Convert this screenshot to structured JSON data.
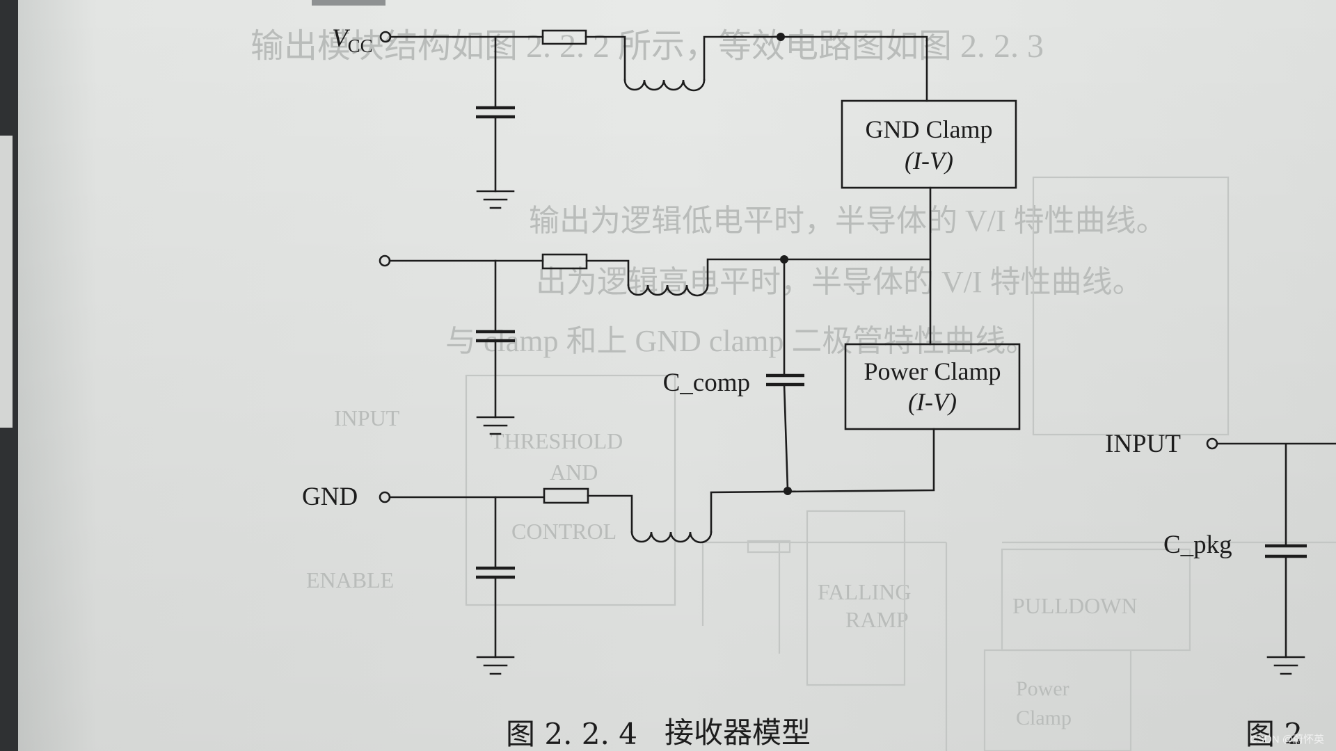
{
  "labels": {
    "vcc": "V",
    "vcc_sub": "CC",
    "gnd": "GND",
    "c_comp": "C_comp",
    "input": "INPUT",
    "c_pkg": "C_pkg"
  },
  "boxes": {
    "gnd_clamp": {
      "line1": "GND Clamp",
      "line2": "(I-V)"
    },
    "power_clamp": {
      "line1": "Power Clamp",
      "line2": "(I-V)"
    }
  },
  "caption": {
    "figure": "图 2. 2. 4",
    "title": "接收器模型",
    "next_figure": "图 2"
  },
  "bleed_through": {
    "heading": "输出模块结构如图 2. 2. 2 所示，等效电路图如图 2. 2. 3",
    "line1": "输出为逻辑低电平时，半导体的 V/I 特性曲线。",
    "line2": "出为逻辑高电平时，半导体的 V/I 特性曲线。",
    "line3": "与 clamp 和上 GND clamp 二极管特性曲线。",
    "input": "INPUT",
    "threshold": "THRESHOLD",
    "and": "AND",
    "control": "CONTROL",
    "enable": "ENABLE",
    "falling": "FALLING",
    "ramp": "RAMP",
    "pulldown": "PULLDOWN",
    "power": "Power",
    "clamp": "Clamp"
  },
  "watermark": "CSDN @蔚怀英"
}
